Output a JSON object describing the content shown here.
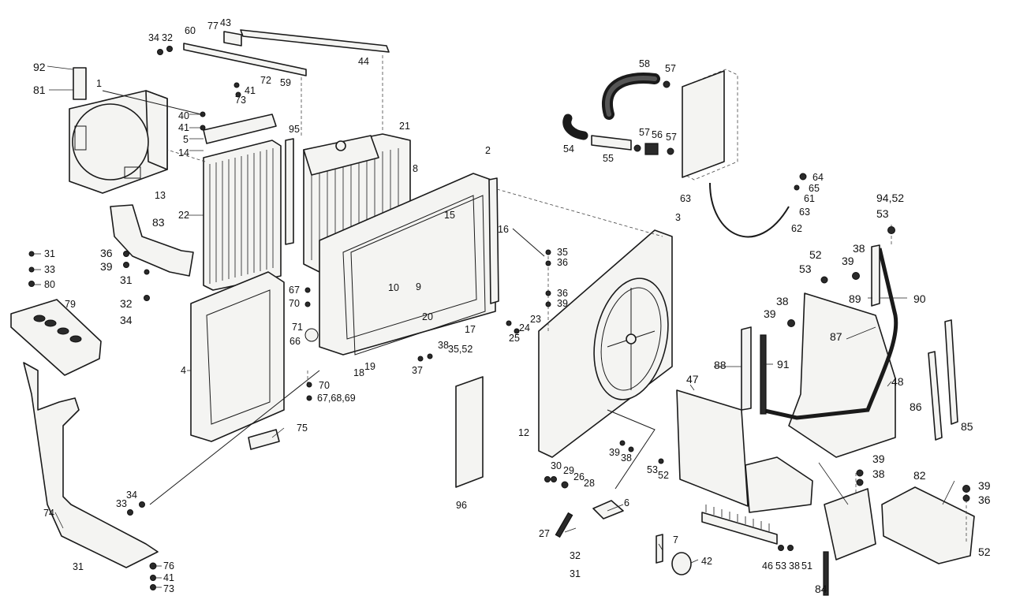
{
  "labels": {
    "l92": "92",
    "l81": "81",
    "l1": "1",
    "l34a": "34",
    "l32a": "32",
    "l60": "60",
    "l77": "77",
    "l43": "43",
    "l44": "44",
    "l72": "72",
    "l59": "59",
    "l41a": "41",
    "l73a": "73",
    "l40": "40",
    "l41b": "41",
    "l5": "5",
    "l14": "14",
    "l13": "13",
    "l22": "22",
    "l95": "95",
    "l21": "21",
    "l8": "8",
    "l2": "2",
    "l15": "15",
    "l16": "16",
    "l83": "83",
    "l36a": "36",
    "l39a": "39",
    "l31a": "31",
    "l31b": "31",
    "l33a": "33",
    "l80": "80",
    "l79": "79",
    "l32b": "32",
    "l34b": "34",
    "l67": "67",
    "l70a": "70",
    "l71": "71",
    "l66": "66",
    "l70b": "70",
    "l676869": "67,68,69",
    "l4": "4",
    "l75": "75",
    "l10": "10",
    "l9": "9",
    "l20": "20",
    "l17": "17",
    "l18": "18",
    "l19": "19",
    "l38a": "38",
    "l3552a": "35,52",
    "l37": "37",
    "l35": "35",
    "l36b": "36",
    "l36c": "36",
    "l39b": "39",
    "l23": "23",
    "l24": "24",
    "l25": "25",
    "l3": "3",
    "l12": "12",
    "l96": "96",
    "l58": "58",
    "l57a": "57",
    "l54": "54",
    "l55": "55",
    "l57b": "57",
    "l56": "56",
    "l57c": "57",
    "l63a": "63",
    "l64": "64",
    "l65": "65",
    "l61": "61",
    "l63b": "63",
    "l62": "62",
    "l9452": "94,52",
    "l53a": "53",
    "l52a": "52",
    "l39c": "39",
    "l38b": "38",
    "l53b": "53",
    "l89": "89",
    "l90": "90",
    "l38c": "38",
    "l39d": "39",
    "l87": "87",
    "l88": "88",
    "l91": "91",
    "l48": "48",
    "l47": "47",
    "l86": "86",
    "l85": "85",
    "l39e": "39",
    "l38d": "38",
    "l53c": "53",
    "l52b": "52",
    "l30": "30",
    "l29": "29",
    "l26": "26",
    "l28": "28",
    "l6": "6",
    "l27": "27",
    "l7": "7",
    "l42": "42",
    "l32c": "32",
    "l31c": "31",
    "l39f": "39",
    "l38e": "38",
    "l82": "82",
    "l39g": "39",
    "l36d": "36",
    "l52c": "52",
    "l46": "46",
    "l53d": "53",
    "l38f": "38",
    "l51": "51",
    "l84": "84",
    "l74": "74",
    "l33b": "33",
    "l34c": "34",
    "l31d": "31",
    "l76": "76",
    "l41c": "41",
    "l73b": "73"
  }
}
